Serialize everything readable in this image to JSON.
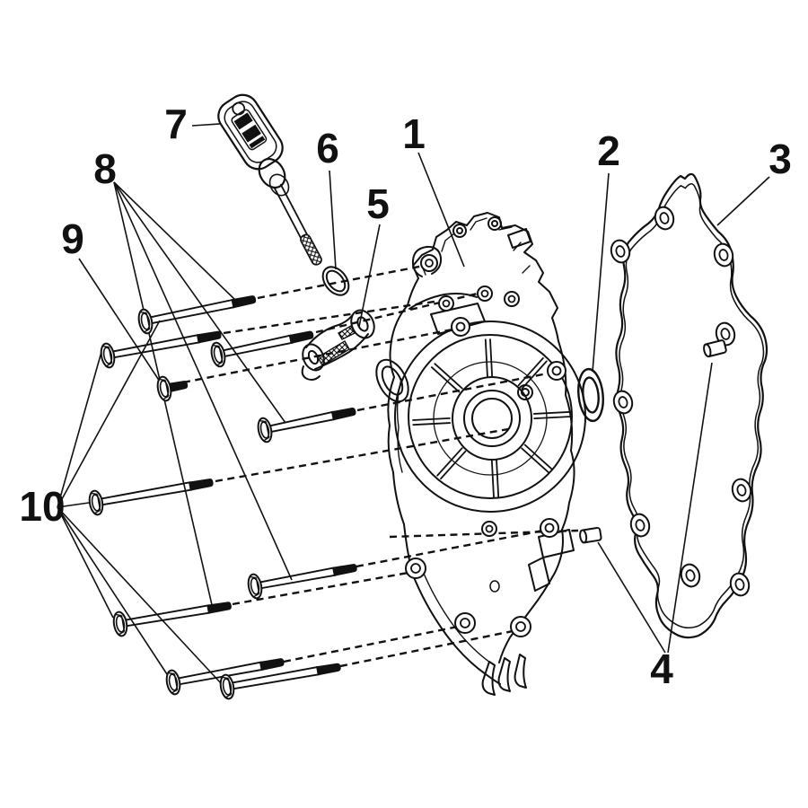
{
  "figure": {
    "kind": "exploded-parts-diagram",
    "colors": {
      "ink": "#111111",
      "background": "#ffffff"
    }
  },
  "callouts": {
    "c1": "1",
    "c2": "2",
    "c3": "3",
    "c4": "4",
    "c5": "5",
    "c6": "6",
    "c7": "7",
    "c8": "8",
    "c9": "9",
    "c10": "10"
  },
  "parts": [
    {
      "label": "1",
      "name": "crankcase-cover"
    },
    {
      "label": "2",
      "name": "o-ring-seal"
    },
    {
      "label": "3",
      "name": "cover-gasket"
    },
    {
      "label": "4",
      "name": "dowel-pins"
    },
    {
      "label": "5",
      "name": "retainer-bracket"
    },
    {
      "label": "6",
      "name": "small-o-ring"
    },
    {
      "label": "7",
      "name": "oil-dipstick"
    },
    {
      "label": "8",
      "name": "flange-bolt-long-set"
    },
    {
      "label": "9",
      "name": "flange-bolt-short"
    },
    {
      "label": "10",
      "name": "flange-bolt-set"
    }
  ]
}
